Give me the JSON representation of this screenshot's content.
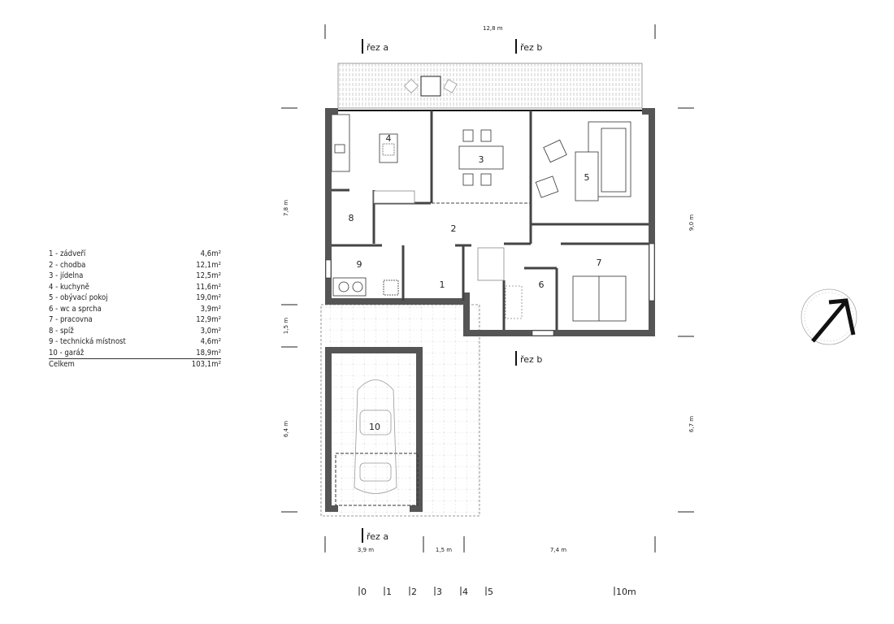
{
  "legend": {
    "rows": [
      {
        "label": "1 - zádveří",
        "area": "4,6m²"
      },
      {
        "label": "2 - chodba",
        "area": "12,1m²"
      },
      {
        "label": "3 - jídelna",
        "area": "12,5m²"
      },
      {
        "label": "4 - kuchyně",
        "area": "11,6m²"
      },
      {
        "label": "5 - obývací pokoj",
        "area": "19,0m²"
      },
      {
        "label": "6 - wc a sprcha",
        "area": "3,9m²"
      },
      {
        "label": "7 - pracovna",
        "area": "12,9m²"
      },
      {
        "label": "8 - spíž",
        "area": "3,0m²"
      },
      {
        "label": "9 - technická místnost",
        "area": "4,6m²"
      },
      {
        "label": "10 - garáž",
        "area": "18,9m²"
      }
    ],
    "total": {
      "label": "Celkem",
      "area": "103,1m²"
    }
  },
  "dimensions": {
    "top": "12,8 m",
    "left": [
      "7,8 m",
      "1,5 m",
      "6,4 m"
    ],
    "right": [
      "9,0 m",
      "6,7 m"
    ],
    "bottom": [
      "3,9 m",
      "1,5 m",
      "7,4 m"
    ]
  },
  "sections": {
    "top_a": "řez a",
    "top_b": "řez b",
    "mid_b": "řez b",
    "bottom_a": "řez a"
  },
  "rooms": [
    "1",
    "2",
    "3",
    "4",
    "5",
    "6",
    "7",
    "8",
    "9",
    "10"
  ],
  "scale": [
    "0",
    "1",
    "2",
    "3",
    "4",
    "5",
    "10m"
  ]
}
